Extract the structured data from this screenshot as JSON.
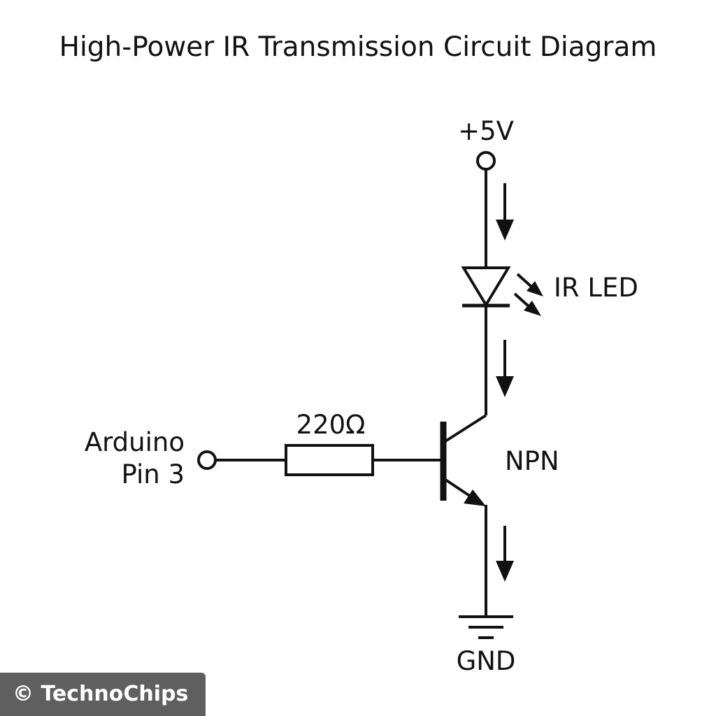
{
  "title": "High-Power IR Transmission Circuit Diagram",
  "labels": {
    "vcc": "+5V",
    "led": "IR LED",
    "transistor": "NPN",
    "resistor": "220Ω",
    "input_line1": "Arduino",
    "input_line2": "Pin 3",
    "ground": "GND"
  },
  "watermark": "© TechnoChips",
  "colors": {
    "line": "#111111",
    "background": "#ffffff",
    "watermark_bg": "#5f5f5f",
    "watermark_text": "#ffffff"
  },
  "components": [
    {
      "id": "vcc-terminal",
      "type": "terminal",
      "label": "+5V"
    },
    {
      "id": "ir-led",
      "type": "diode",
      "label": "IR LED"
    },
    {
      "id": "npn-transistor",
      "type": "npn-transistor",
      "label": "NPN"
    },
    {
      "id": "base-resistor",
      "type": "resistor",
      "label": "220Ω"
    },
    {
      "id": "input-terminal",
      "type": "terminal",
      "label": "Arduino Pin 3"
    },
    {
      "id": "ground",
      "type": "ground",
      "label": "GND"
    }
  ],
  "connections": [
    [
      "vcc-terminal",
      "ir-led"
    ],
    [
      "ir-led",
      "npn-transistor"
    ],
    [
      "input-terminal",
      "base-resistor"
    ],
    [
      "base-resistor",
      "npn-transistor"
    ],
    [
      "npn-transistor",
      "ground"
    ]
  ],
  "current_direction": "down"
}
